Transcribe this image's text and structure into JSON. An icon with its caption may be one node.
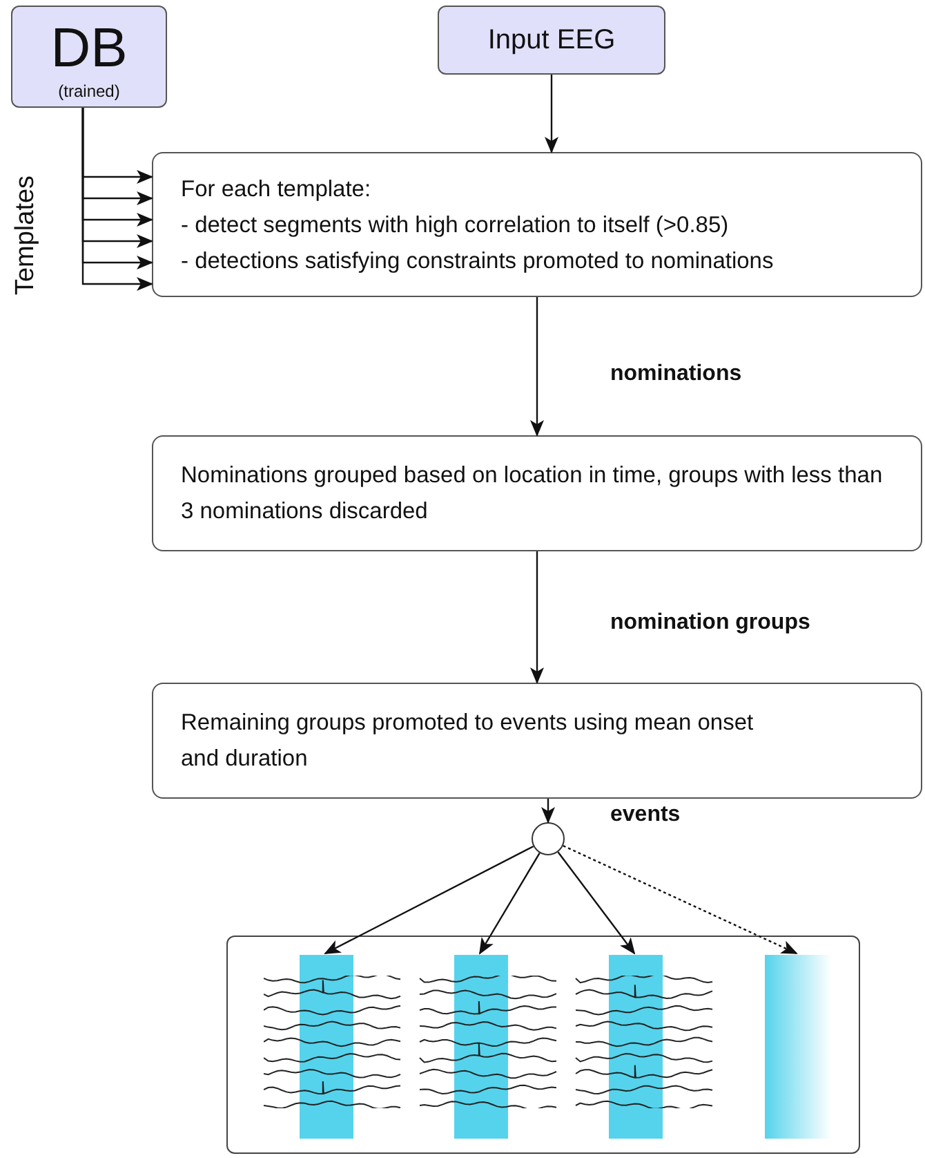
{
  "diagram": {
    "nodes": [
      {
        "text": [
          "DB",
          "(trained)"
        ]
      },
      {
        "text": [
          "Input EEG"
        ]
      },
      {
        "text": [
          "For each template:",
          "- detect segments with high correlation  to itself (>0.85)",
          "- detections satisfying constraints promoted to nominations"
        ]
      },
      {
        "text": [
          "Nominations grouped based on location in time, groups with less than 3 nominations discarded"
        ]
      },
      {
        "text": [
          "Remaining groups promoted to events using mean onset and duration"
        ]
      },
      {
        "text": [],
        "shape": "circle"
      },
      {
        "text": [],
        "shape": "box"
      },
      {
        "text": [],
        "shape": "bar",
        "in": 6
      },
      {
        "text": [],
        "shape": "bar",
        "in": 6
      },
      {
        "text": [],
        "shape": "bar",
        "in": 6
      },
      {
        "text": [],
        "shape": "bar",
        "in": 6
      }
    ],
    "edges": [
      {
        "from": 0,
        "to": 2,
        "arrow": "to"
      },
      {
        "from": 0,
        "to": 2,
        "arrow": "to"
      },
      {
        "from": 0,
        "to": 2,
        "arrow": "to"
      },
      {
        "from": 0,
        "to": 2,
        "arrow": "to"
      },
      {
        "from": 0,
        "to": 2,
        "arrow": "to"
      },
      {
        "from": 0,
        "to": 2,
        "arrow": "to"
      },
      {
        "from": 1,
        "to": 2,
        "arrow": "to"
      },
      {
        "from": 2,
        "to": 3,
        "arrow": "to",
        "label": "nominations"
      },
      {
        "from": 3,
        "to": 4,
        "arrow": "to",
        "label": "nomination groups"
      },
      {
        "from": 4,
        "to": 5,
        "arrow": "to",
        "label": "events"
      },
      {
        "from": 5,
        "to": 7,
        "arrow": "to"
      },
      {
        "from": 5,
        "to": 8,
        "arrow": "to"
      },
      {
        "from": 5,
        "to": 9,
        "arrow": "to"
      },
      {
        "from": 5,
        "to": 10,
        "arrow": "to",
        "style": "dashed"
      }
    ],
    "labels": [
      "Templates"
    ]
  }
}
